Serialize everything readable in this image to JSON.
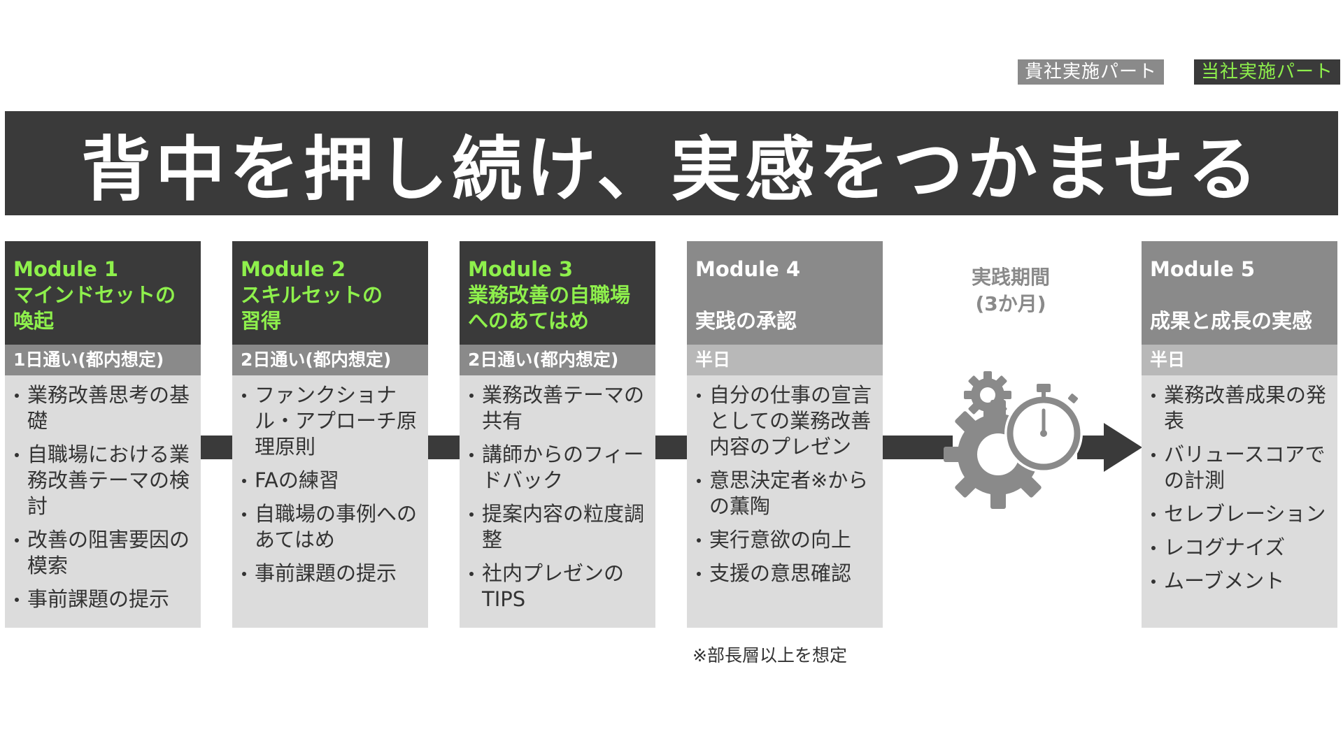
{
  "legend": {
    "client_part": "貴社実施パート",
    "own_part": "当社実施パート"
  },
  "title": "背中を押し続け、実感をつかませる",
  "modules": [
    {
      "name": "Module 1",
      "title_lines": [
        "マインドセットの",
        "喚起"
      ],
      "duration": "1日通い(都内想定)",
      "items": [
        "業務改善思考の基礎",
        "自職場における業務改善テーマの検討",
        "改善の阻害要因の模索",
        "事前課題の提示"
      ]
    },
    {
      "name": "Module 2",
      "title_lines": [
        "スキルセットの",
        "習得"
      ],
      "duration": "2日通い(都内想定)",
      "items": [
        "ファンクショナル・アプローチ原理原則",
        "FAの練習",
        "自職場の事例へのあてはめ",
        "事前課題の提示"
      ]
    },
    {
      "name": "Module 3",
      "title_lines": [
        "業務改善の自職場",
        "へのあてはめ"
      ],
      "duration": "2日通い(都内想定)",
      "items": [
        "業務改善テーマの共有",
        "講師からのフィードバック",
        "提案内容の粒度調整",
        "社内プレゼンのTIPS"
      ]
    },
    {
      "name": "Module 4",
      "title_lines": [
        "実践の承認"
      ],
      "duration": "半日",
      "items": [
        "自分の仕事の宣言としての業務改善内容のプレゼン",
        "意思決定者※からの薫陶",
        "実行意欲の向上",
        "支援の意思確認"
      ]
    },
    {
      "name": "Module 5",
      "title_lines": [
        "成果と成長の実感"
      ],
      "duration": "半日",
      "items": [
        "業務改善成果の発表",
        "バリュースコアでの計測",
        "セレブレーション",
        "レコグナイズ",
        "ムーブメント"
      ]
    }
  ],
  "practice_period": {
    "line1": "実践期間",
    "line2": "(3か月)"
  },
  "footnote": "※部長層以上を想定",
  "colors": {
    "dark": "#3a3a3a",
    "accent_green": "#8ef04c",
    "mid_gray": "#8a8a8a",
    "light_gray": "#dcdcdc"
  },
  "icons": [
    "gear-icon",
    "stopwatch-icon"
  ]
}
